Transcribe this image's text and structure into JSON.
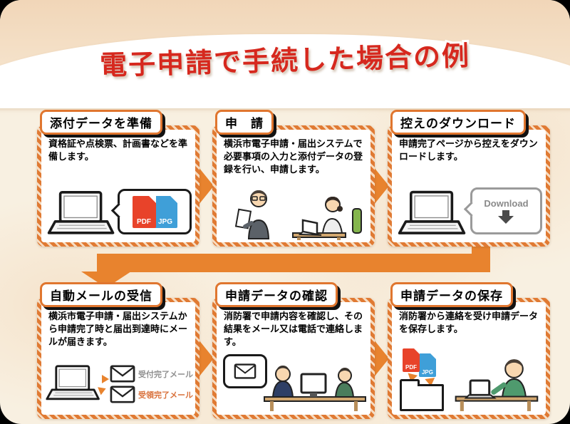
{
  "page": {
    "title": "電子申請で手続した場合の例"
  },
  "steps": [
    {
      "title": "添付データを準備",
      "body": "資格証や点検票、計画書などを準備します。",
      "icons": [
        "laptop-icon",
        "pdf-file-icon",
        "jpg-file-icon",
        "speech-bubble"
      ],
      "file_labels": {
        "pdf": "PDF",
        "jpg": "JPG"
      }
    },
    {
      "title": "申　請",
      "body": "横浜市電子申請・届出システムで必要事項の入力と添付データの登録を行い、申請します。",
      "icons": [
        "person-with-document-icon",
        "person-at-laptop-icon"
      ]
    },
    {
      "title": "控えのダウンロード",
      "body": "申請完了ページから控えをダウンロードします。",
      "icons": [
        "laptop-icon",
        "download-bubble",
        "download-arrow-icon"
      ],
      "download_label": "Download"
    },
    {
      "title": "自動メールの受信",
      "body": "横浜市電子申請・届出システムから申請完了時と届出到達時にメールが届きます。",
      "icons": [
        "laptop-icon",
        "envelope-icon",
        "envelope-icon"
      ],
      "mail_labels": {
        "first": "受付完了メール",
        "second": "受領完了メール"
      }
    },
    {
      "title": "申請データの確認",
      "body": "消防署で申請内容を確認し、その結果をメール又は電話で連絡します。",
      "icons": [
        "speech-bubble",
        "envelope-icon",
        "monitor-icon",
        "person-icon",
        "person-icon"
      ]
    },
    {
      "title": "申請データの保存",
      "body": "消防署から連絡を受け申請データを保存します。",
      "icons": [
        "pdf-file-icon",
        "jpg-file-icon",
        "folder-icon",
        "person-at-laptop-icon"
      ],
      "file_labels": {
        "pdf": "PDF",
        "jpg": "JPG"
      }
    }
  ],
  "colors": {
    "accent_orange": "#e8832e",
    "title_red": "#d6281e",
    "box_border_orange": "#e07a33",
    "pdf_red": "#e8432a",
    "jpg_blue": "#3f9fd8",
    "background_cream": "#f8f0e1",
    "frame_black": "#000000"
  }
}
